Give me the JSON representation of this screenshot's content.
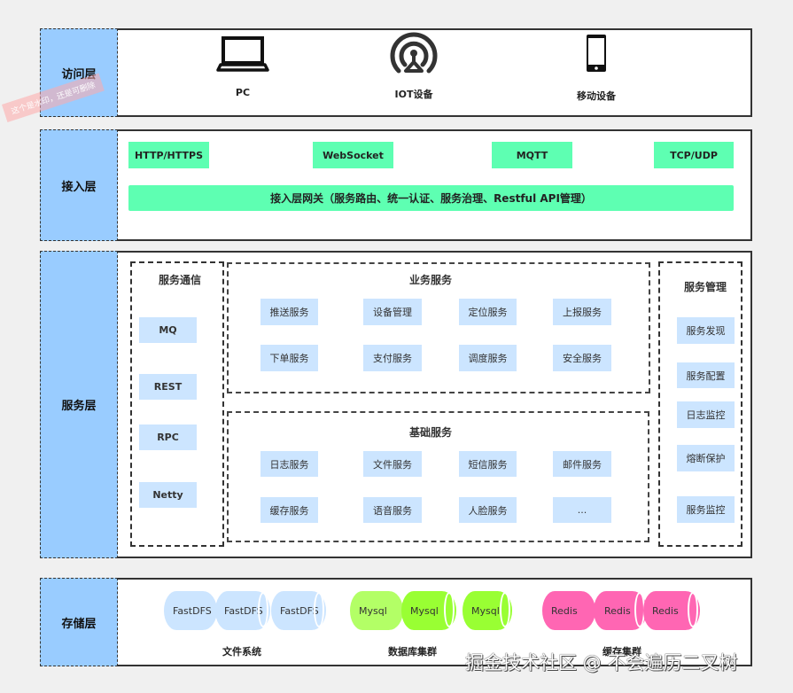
{
  "layers": {
    "access": {
      "label": "访问层",
      "devices": [
        {
          "icon": "laptop-icon",
          "label": "PC"
        },
        {
          "icon": "iot-signal-icon",
          "label": "IOT设备"
        },
        {
          "icon": "mobile-phone-icon",
          "label": "移动设备"
        }
      ]
    },
    "ingress": {
      "label": "接入层",
      "protocols": [
        "HTTP/HTTPS",
        "WebSocket",
        "MQTT",
        "TCP/UDP"
      ],
      "gateway": "接入层网关（服务路由、统一认证、服务治理、Restful API管理）"
    },
    "service": {
      "label": "服务层",
      "communication": {
        "title": "服务通信",
        "items": [
          "MQ",
          "REST",
          "RPC",
          "Netty"
        ]
      },
      "business": {
        "title": "业务服务",
        "items": [
          "推送服务",
          "设备管理",
          "定位服务",
          "上报服务",
          "下单服务",
          "支付服务",
          "调度服务",
          "安全服务"
        ]
      },
      "basic": {
        "title": "基础服务",
        "items": [
          "日志服务",
          "文件服务",
          "短信服务",
          "邮件服务",
          "缓存服务",
          "语音服务",
          "人脸服务",
          "..."
        ]
      },
      "management": {
        "title": "服务管理",
        "items": [
          "服务发现",
          "服务配置",
          "日志监控",
          "熔断保护",
          "服务监控"
        ]
      }
    },
    "storage": {
      "label": "存储层",
      "groups": [
        {
          "caption": "文件系统",
          "nodes": [
            "FastDFS",
            "FastDFS",
            "FastDFS"
          ],
          "color": "#cce5ff"
        },
        {
          "caption": "数据库集群",
          "nodes": [
            "Mysql",
            "Mysql",
            "Mysql"
          ],
          "color": "#99ff33"
        },
        {
          "caption": "缓存集群",
          "nodes": [
            "Redis",
            "Redis",
            "Redis"
          ],
          "color": "#ff66b3"
        }
      ]
    }
  },
  "colors": {
    "layer_label_bg": "#99ccff",
    "protocol_bg": "#5effb2",
    "service_box_bg": "#cce5ff",
    "mysql_first": "#b3ff66"
  },
  "overlay": {
    "stamp": "这个是水印，还是可删除",
    "watermark": "掘金技术社区 @ 不会遍历二叉树"
  }
}
